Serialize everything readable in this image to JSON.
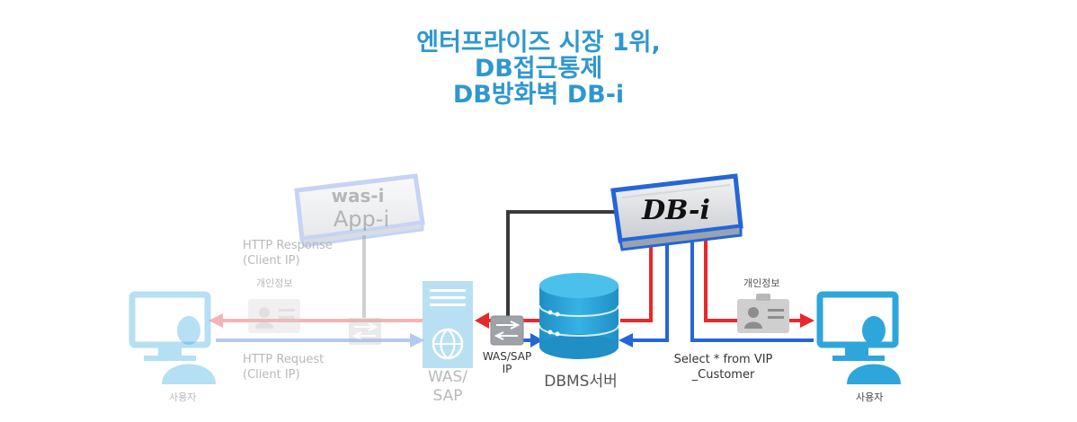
{
  "title": {
    "line1": "엔터프라이즈 시장 1위,",
    "line2": "DB접근통제",
    "line3": "DB방화벽 DB-i"
  },
  "appliances": {
    "app_logo": "was-i",
    "app_name": "App-i",
    "db_name": "DB-i"
  },
  "left": {
    "response_line1": "HTTP Response",
    "response_line2": "(Client IP)",
    "personal_info": "개인정보",
    "request_line1": "HTTP Request",
    "request_line2": "(Client IP)",
    "user_label": "사용자"
  },
  "center": {
    "was_label_line1": "WAS/",
    "was_label_line2": "SAP",
    "switch_label_line1": "WAS/SAP",
    "switch_label_line2": "IP",
    "dbms_label": "DBMS서버"
  },
  "right": {
    "personal_info": "개인정보",
    "query_line1": "Select * from VIP",
    "query_line2": "_Customer",
    "user_label": "사용자"
  },
  "colors": {
    "title": "#2f97cf",
    "red_arrow": "#e8282b",
    "blue_arrow": "#2466d6",
    "dark_line": "#3a3a3a",
    "db_blue": "#2aa3d8",
    "user_blue": "#2ea6dc"
  }
}
